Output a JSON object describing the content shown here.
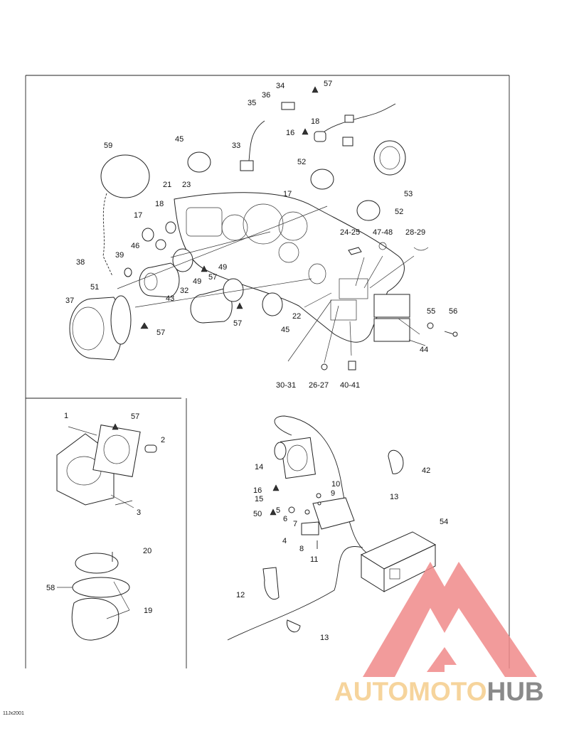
{
  "figure_ref": "11Jx2001",
  "watermark": {
    "part1": "AUTO",
    "part2": "MOTO",
    "part3": "HUB"
  },
  "callouts": {
    "c1": "1",
    "c2": "2",
    "c3": "3",
    "c4": "4",
    "c5": "5",
    "c6": "6",
    "c7": "7",
    "c8": "8",
    "c9": "9",
    "c10": "10",
    "c11": "11",
    "c12": "12",
    "c13a": "13",
    "c13b": "13",
    "c14": "14",
    "c15": "15",
    "c16a": "16",
    "c16b": "16",
    "c17a": "17",
    "c17b": "17",
    "c18a": "18",
    "c18b": "18",
    "c19": "19",
    "c20": "20",
    "c21": "21",
    "c22": "22",
    "c23": "23",
    "c2425": "24-25",
    "c2627": "26-27",
    "c2829": "28-29",
    "c3031": "30-31",
    "c32": "32",
    "c33": "33",
    "c34": "34",
    "c35": "35",
    "c36": "36",
    "c37": "37",
    "c38": "38",
    "c39": "39",
    "c4041": "40-41",
    "c42": "42",
    "c43": "43",
    "c44": "44",
    "c45a": "45",
    "c45b": "45",
    "c46": "46",
    "c4748": "47-48",
    "c49a": "49",
    "c49b": "49",
    "c50": "50",
    "c51": "51",
    "c52a": "52",
    "c52b": "52",
    "c53": "53",
    "c54": "54",
    "c55": "55",
    "c56": "56",
    "c57a": "57",
    "c57b": "57",
    "c57c": "57",
    "c57d": "57",
    "c57e": "57",
    "c58": "58",
    "c59": "59"
  },
  "colors": {
    "watermark_red": "#f08a8a",
    "watermark_gold": "#f6d49c",
    "watermark_gray": "#8a8a8a"
  }
}
